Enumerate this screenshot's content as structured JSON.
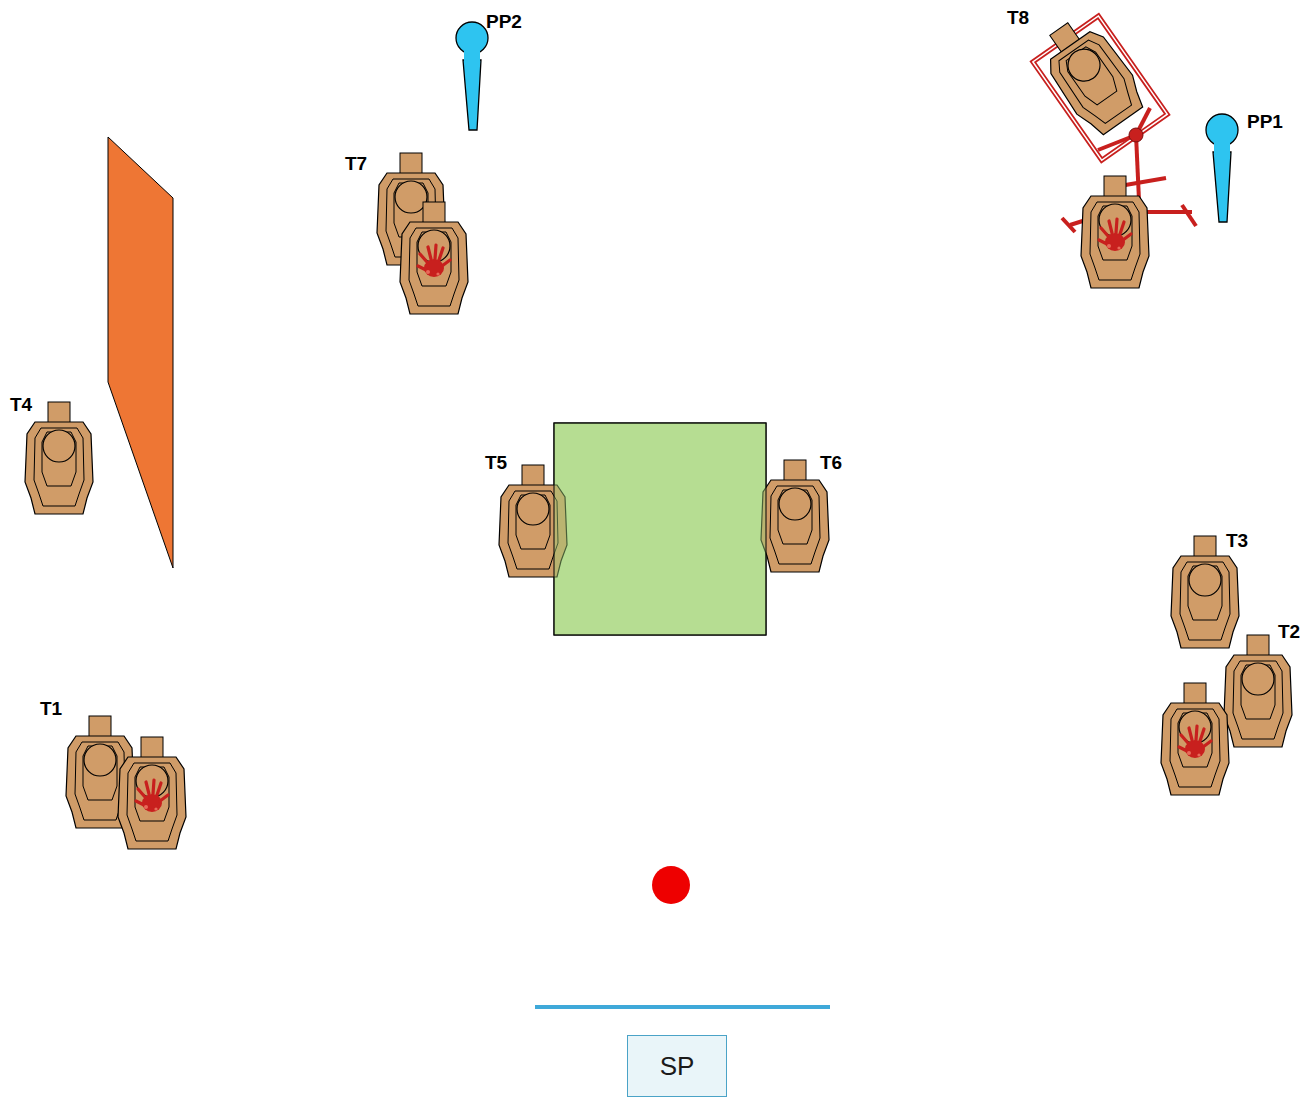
{
  "diagram": {
    "nodes": [
      {
        "text": [
          "SP"
        ]
      }
    ],
    "labels": [
      "PP2",
      "T8",
      "PP1",
      "T7",
      "T4",
      "T5",
      "T6",
      "T3",
      "T2",
      "T1"
    ]
  }
}
